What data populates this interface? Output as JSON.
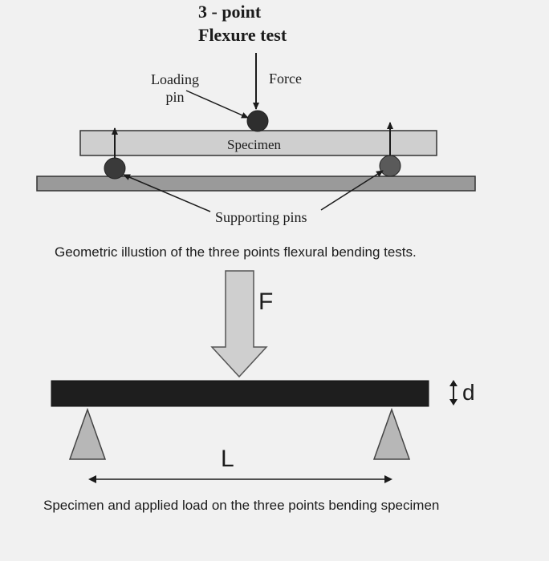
{
  "top_figure": {
    "title_line1": "3 - point",
    "title_line2": "Flexure test",
    "loading_pin_label_line1": "Loading",
    "loading_pin_label_line2": "pin",
    "force_label": "Force",
    "specimen_label": "Specimen",
    "supporting_pins_label": "Supporting pins",
    "caption": "Geometric illustion of the three points flexural bending tests."
  },
  "bottom_figure": {
    "force_symbol": "F",
    "depth_symbol": "d",
    "length_symbol": "L",
    "caption": "Specimen and applied load on the three points bending specimen"
  },
  "colors": {
    "background": "#f1f1f1",
    "beam_fill": "#cfcfcf",
    "base_fill": "#9a9a9a",
    "pin_fill": "#3a3a3a",
    "bottom_beam_fill": "#1e1e1e",
    "arrow_fill": "#cfcfcf",
    "support_fill": "#b7b7b7"
  }
}
